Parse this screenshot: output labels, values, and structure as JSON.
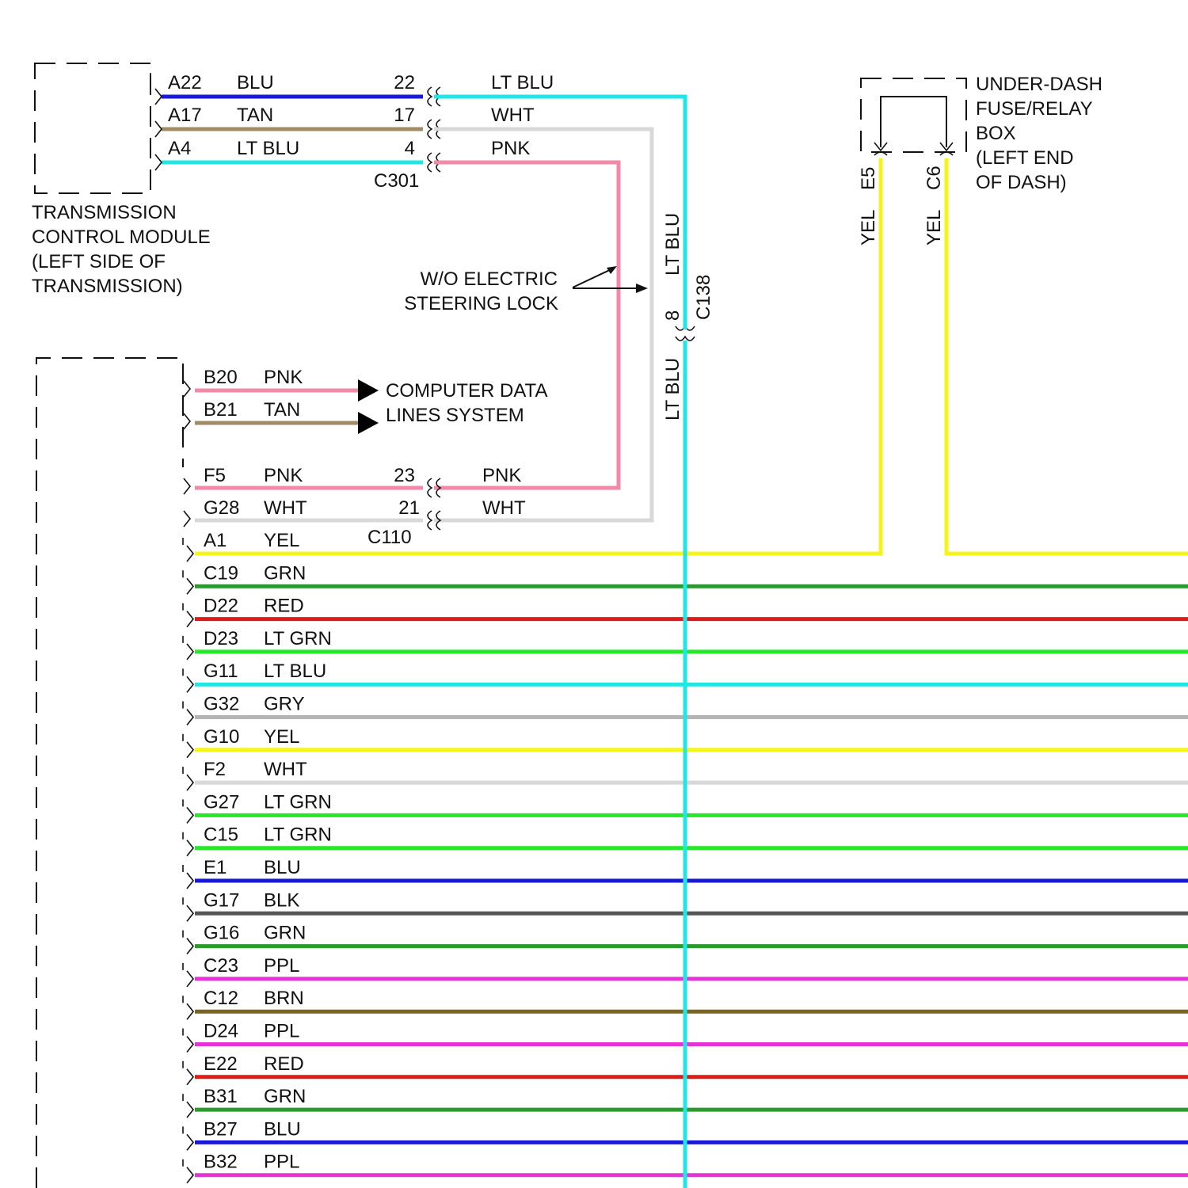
{
  "colors": {
    "BLU": "#1a1ad6",
    "TAN": "#a08c64",
    "LT BLU": "#22e6e6",
    "WHT": "#d8d8d8",
    "PNK": "#f08aa8",
    "YEL": "#f5f51e",
    "GRN": "#2a9a2a",
    "RED": "#e31919",
    "LT GRN": "#28e628",
    "GRY": "#b4b4b4",
    "BLK": "#555555",
    "PPL": "#e633d6",
    "BRN": "#7a6422"
  },
  "tcm": {
    "name_lines": [
      "TRANSMISSION",
      "CONTROL MODULE",
      "(LEFT SIDE OF",
      "TRANSMISSION)"
    ],
    "pins": [
      {
        "pin": "A22",
        "color": "BLU",
        "cavity": "22",
        "far_color": "LT BLU"
      },
      {
        "pin": "A17",
        "color": "TAN",
        "cavity": "17",
        "far_color": "WHT"
      },
      {
        "pin": "A4",
        "color": "LT BLU",
        "cavity": "4",
        "far_color": "PNK"
      }
    ],
    "connector": "C301"
  },
  "fuse_box": {
    "name_lines": [
      "UNDER-DASH",
      "FUSE/RELAY",
      "BOX",
      "(LEFT END",
      "OF DASH)"
    ],
    "terminals": [
      {
        "terminal": "E5",
        "color": "YEL"
      },
      {
        "terminal": "C6",
        "color": "YEL"
      }
    ]
  },
  "annotation": {
    "lines": [
      "W/O ELECTRIC",
      "STEERING LOCK"
    ]
  },
  "vertical_wire": {
    "upper_color": "LT BLU",
    "lower_color": "LT BLU",
    "connector": "C138",
    "cavity": "8"
  },
  "data_lines": {
    "pins": [
      {
        "pin": "B20",
        "color": "PNK"
      },
      {
        "pin": "B21",
        "color": "TAN"
      }
    ],
    "label_lines": [
      "COMPUTER DATA",
      "LINES SYSTEM"
    ]
  },
  "c110": {
    "connector": "C110",
    "pins": [
      {
        "pin": "F5",
        "color": "PNK",
        "cavity": "23",
        "far_color": "PNK"
      },
      {
        "pin": "G28",
        "color": "WHT",
        "cavity": "21",
        "far_color": "WHT"
      }
    ]
  },
  "main_pins": [
    {
      "pin": "A1",
      "color": "YEL"
    },
    {
      "pin": "C19",
      "color": "GRN"
    },
    {
      "pin": "D22",
      "color": "RED"
    },
    {
      "pin": "D23",
      "color": "LT GRN"
    },
    {
      "pin": "G11",
      "color": "LT BLU"
    },
    {
      "pin": "G32",
      "color": "GRY"
    },
    {
      "pin": "G10",
      "color": "YEL"
    },
    {
      "pin": "F2",
      "color": "WHT"
    },
    {
      "pin": "G27",
      "color": "LT GRN"
    },
    {
      "pin": "C15",
      "color": "LT GRN"
    },
    {
      "pin": "E1",
      "color": "BLU"
    },
    {
      "pin": "G17",
      "color": "BLK"
    },
    {
      "pin": "G16",
      "color": "GRN"
    },
    {
      "pin": "C23",
      "color": "PPL"
    },
    {
      "pin": "C12",
      "color": "BRN"
    },
    {
      "pin": "D24",
      "color": "PPL"
    },
    {
      "pin": "E22",
      "color": "RED"
    },
    {
      "pin": "B31",
      "color": "GRN"
    },
    {
      "pin": "B27",
      "color": "BLU"
    },
    {
      "pin": "B32",
      "color": "PPL"
    }
  ]
}
